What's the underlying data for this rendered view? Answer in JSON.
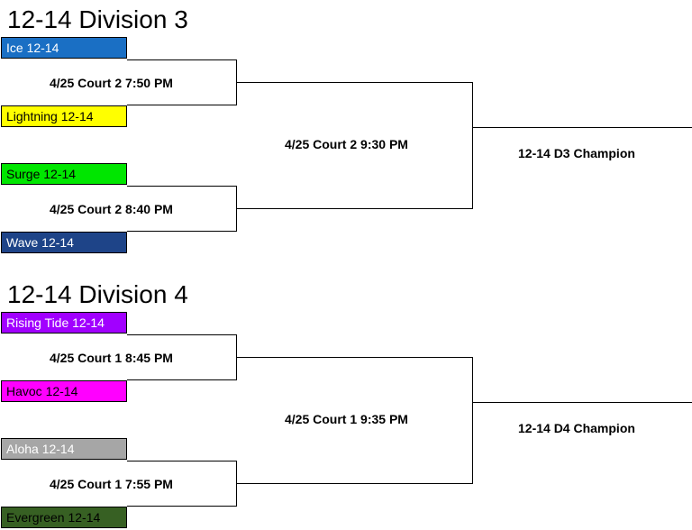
{
  "brackets": [
    {
      "title": "12-14 Division 3",
      "teams": [
        {
          "name": "Ice 12-14",
          "color": "#1a6fc4",
          "text_color": "#ffffff"
        },
        {
          "name": "Lightning 12-14",
          "color": "#ffff00",
          "text_color": "#000000"
        },
        {
          "name": "Surge 12-14",
          "color": "#00e600",
          "text_color": "#000000"
        },
        {
          "name": "Wave 12-14",
          "color": "#1e4488",
          "text_color": "#ffffff"
        }
      ],
      "games": [
        "4/25 Court 2 7:50 PM",
        "4/25 Court 2 8:40 PM"
      ],
      "final": "4/25 Court 2 9:30 PM",
      "champion": "12-14 D3 Champion"
    },
    {
      "title": "12-14 Division 4",
      "teams": [
        {
          "name": "Rising Tide 12-14",
          "color": "#a100ff",
          "text_color": "#ffffff"
        },
        {
          "name": "Havoc 12-14",
          "color": "#ff00ff",
          "text_color": "#000000"
        },
        {
          "name": "Aloha 12-14",
          "color": "#a6a6a6",
          "text_color": "#ffffff"
        },
        {
          "name": "Evergreen 12-14",
          "color": "#376023",
          "text_color": "#000000"
        }
      ],
      "games": [
        "4/25 Court 1 8:45 PM",
        "4/25 Court 1 7:55 PM"
      ],
      "final": "4/25 Court 1 9:35 PM",
      "champion": "12-14 D4 Champion"
    }
  ]
}
